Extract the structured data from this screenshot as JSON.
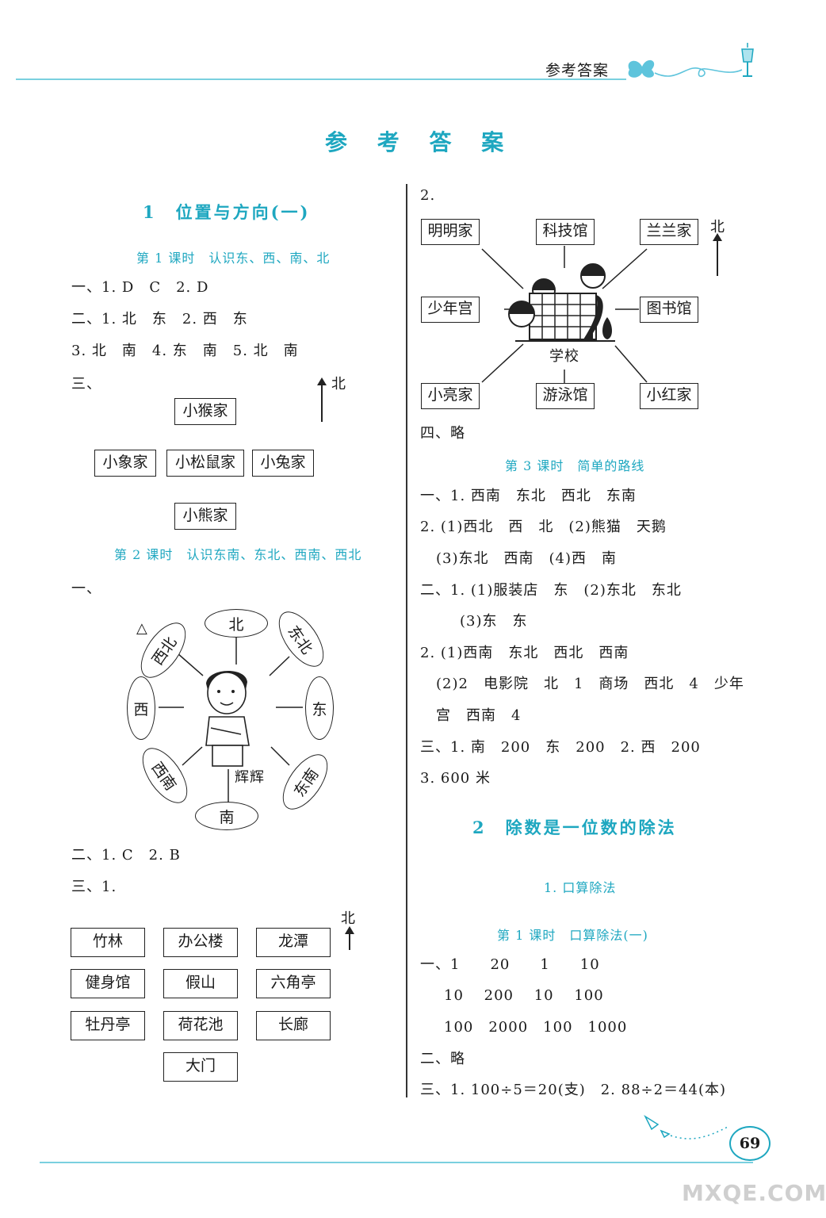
{
  "header": {
    "label": "参考答案",
    "page_number": "69"
  },
  "page_title": "参 考 答 案",
  "left": {
    "sec1_title": "1　位置与方向(一)",
    "lesson1_title": "第 1 课时　认识东、西、南、北",
    "l1_q1": "一、1. D　C　2. D",
    "l1_q2a": "二、1. 北　东　2. 西　东",
    "l1_q2b": "3. 北　南　4. 东　南　5. 北　南",
    "l1_q3": "三、",
    "north": "北",
    "map1": [
      "小猴家",
      "小象家",
      "小松鼠家",
      "小兔家",
      "小熊家"
    ],
    "lesson2_title": "第 2 课时　认识东南、东北、西南、西北",
    "l2_q1": "一、",
    "compass": [
      "北",
      "东北",
      "东",
      "东南",
      "南",
      "西南",
      "西",
      "西北"
    ],
    "compass_marker": "△",
    "boy_name": "辉辉",
    "l2_q2": "二、1. C　2. B",
    "l2_q3": "三、1.",
    "grid": [
      "竹林",
      "办公楼",
      "龙潭",
      "健身馆",
      "假山",
      "六角亭",
      "牡丹亭",
      "荷花池",
      "长廊",
      "大门"
    ]
  },
  "right": {
    "q2_label": "2.",
    "north": "北",
    "school_map": [
      "明明家",
      "科技馆",
      "兰兰家",
      "少年宫",
      "图书馆",
      "小亮家",
      "游泳馆",
      "小红家"
    ],
    "school_label": "学校",
    "q4": "四、略",
    "lesson3_title": "第 3 课时　简单的路线",
    "l3_lines": [
      "一、1. 西南　东北　西北　东南",
      "2. (1)西北　西　北　(2)熊猫　天鹅",
      "(3)东北　西南　(4)西　南",
      "二、1. (1)服装店　东　(2)东北　东北",
      "(3)东　东",
      "2. (1)西南　东北　西北　西南",
      "(2)2　电影院　北　1　商场　西北　4　少年",
      "宫　西南　4",
      "三、1. 南　200　东　200　2. 西　200",
      "3. 600 米"
    ],
    "sec2_title": "2　除数是一位数的除法",
    "sub_title": "1. 口算除法",
    "lesson4_title": "第 1 课时　口算除法(一)",
    "l4_lines": [
      "一、1　　20　　1　　10",
      "10　 200　 10　 100",
      "100　2000　100　1000",
      "二、略",
      "三、1. 100÷5＝20(支)　2. 88÷2＝44(本)"
    ]
  },
  "watermark": "MXQE.COM"
}
